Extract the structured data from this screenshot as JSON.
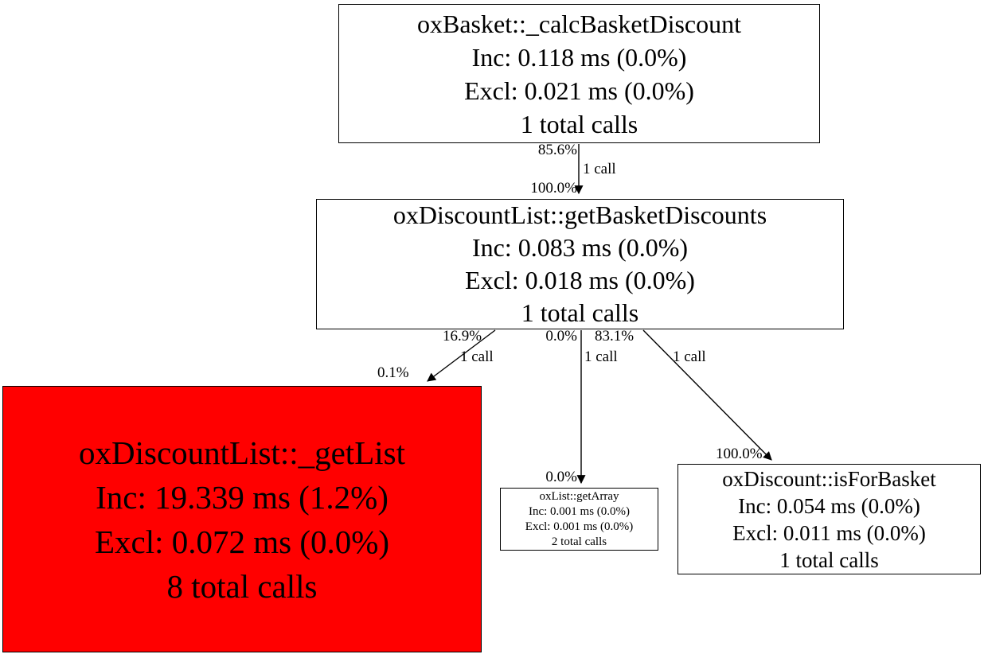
{
  "diagram": {
    "type": "profiler-call-graph",
    "background": "#ffffff",
    "node_border_color": "#000000",
    "default_node_fill": "#ffffff",
    "hot_node_fill": "#ff0000",
    "edge_color": "#000000",
    "nodes": [
      {
        "id": "oxBasket::_calcBasketDiscount",
        "title": "oxBasket::_calcBasketDiscount",
        "inc": "Inc: 0.118 ms (0.0%)",
        "excl": "Excl: 0.021 ms (0.0%)",
        "calls": "1 total calls",
        "fill": "#ffffff"
      },
      {
        "id": "oxDiscountList::getBasketDiscounts",
        "title": "oxDiscountList::getBasketDiscounts",
        "inc": "Inc: 0.083 ms (0.0%)",
        "excl": "Excl: 0.018 ms (0.0%)",
        "calls": "1 total calls",
        "fill": "#ffffff"
      },
      {
        "id": "oxDiscountList::_getList",
        "title": "oxDiscountList::_getList",
        "inc": "Inc: 19.339 ms (1.2%)",
        "excl": "Excl: 0.072 ms (0.0%)",
        "calls": "8 total calls",
        "fill": "#ff0000"
      },
      {
        "id": "oxList::getArray",
        "title": "oxList::getArray",
        "inc": "Inc: 0.001 ms (0.0%)",
        "excl": "Excl: 0.001 ms (0.0%)",
        "calls": "2 total calls",
        "fill": "#ffffff"
      },
      {
        "id": "oxDiscount::isForBasket",
        "title": "oxDiscount::isForBasket",
        "inc": "Inc: 0.054 ms (0.0%)",
        "excl": "Excl: 0.011 ms (0.0%)",
        "calls": "1 total calls",
        "fill": "#ffffff"
      }
    ],
    "edges": [
      {
        "from": "oxBasket::_calcBasketDiscount",
        "to": "oxDiscountList::getBasketDiscounts",
        "pct_from": "85.6%",
        "calls": "1 call",
        "pct_to": "100.0%"
      },
      {
        "from": "oxDiscountList::getBasketDiscounts",
        "to": "oxDiscountList::_getList",
        "pct_from": "16.9%",
        "calls": "1 call",
        "pct_to": "0.1%"
      },
      {
        "from": "oxDiscountList::getBasketDiscounts",
        "to": "oxList::getArray",
        "pct_from": "0.0%",
        "calls": "1 call",
        "pct_to": "0.0%"
      },
      {
        "from": "oxDiscountList::getBasketDiscounts",
        "to": "oxDiscount::isForBasket",
        "pct_from": "83.1%",
        "calls": "1 call",
        "pct_to": "100.0%"
      }
    ]
  }
}
